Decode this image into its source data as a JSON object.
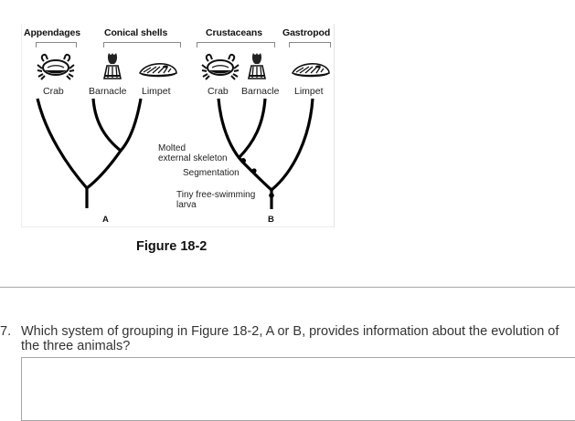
{
  "figure": {
    "caption": "Figure 18-2",
    "groupings": [
      {
        "label": "Appendages"
      },
      {
        "label": "Conical shells"
      },
      {
        "label": "Crustaceans"
      },
      {
        "label": "Gastropod"
      }
    ],
    "tree_a": {
      "letter": "A",
      "animals": [
        "Crab",
        "Barnacle",
        "Limpet"
      ]
    },
    "tree_b": {
      "letter": "B",
      "animals": [
        "Crab",
        "Barnacle",
        "Limpet"
      ],
      "traits": {
        "molted_line1": "Molted",
        "molted_line2": "external skeleton",
        "segmentation": "Segmentation",
        "larva_line1": "Tiny free-swimming",
        "larva_line2": "larva"
      }
    },
    "icons": [
      "crab-icon",
      "barnacle-icon",
      "limpet-icon"
    ]
  },
  "question": {
    "number": "7.",
    "text": "Which system of grouping in Figure 18-2, A or B, provides information about the evolution of the three animals?",
    "answer_value": ""
  }
}
